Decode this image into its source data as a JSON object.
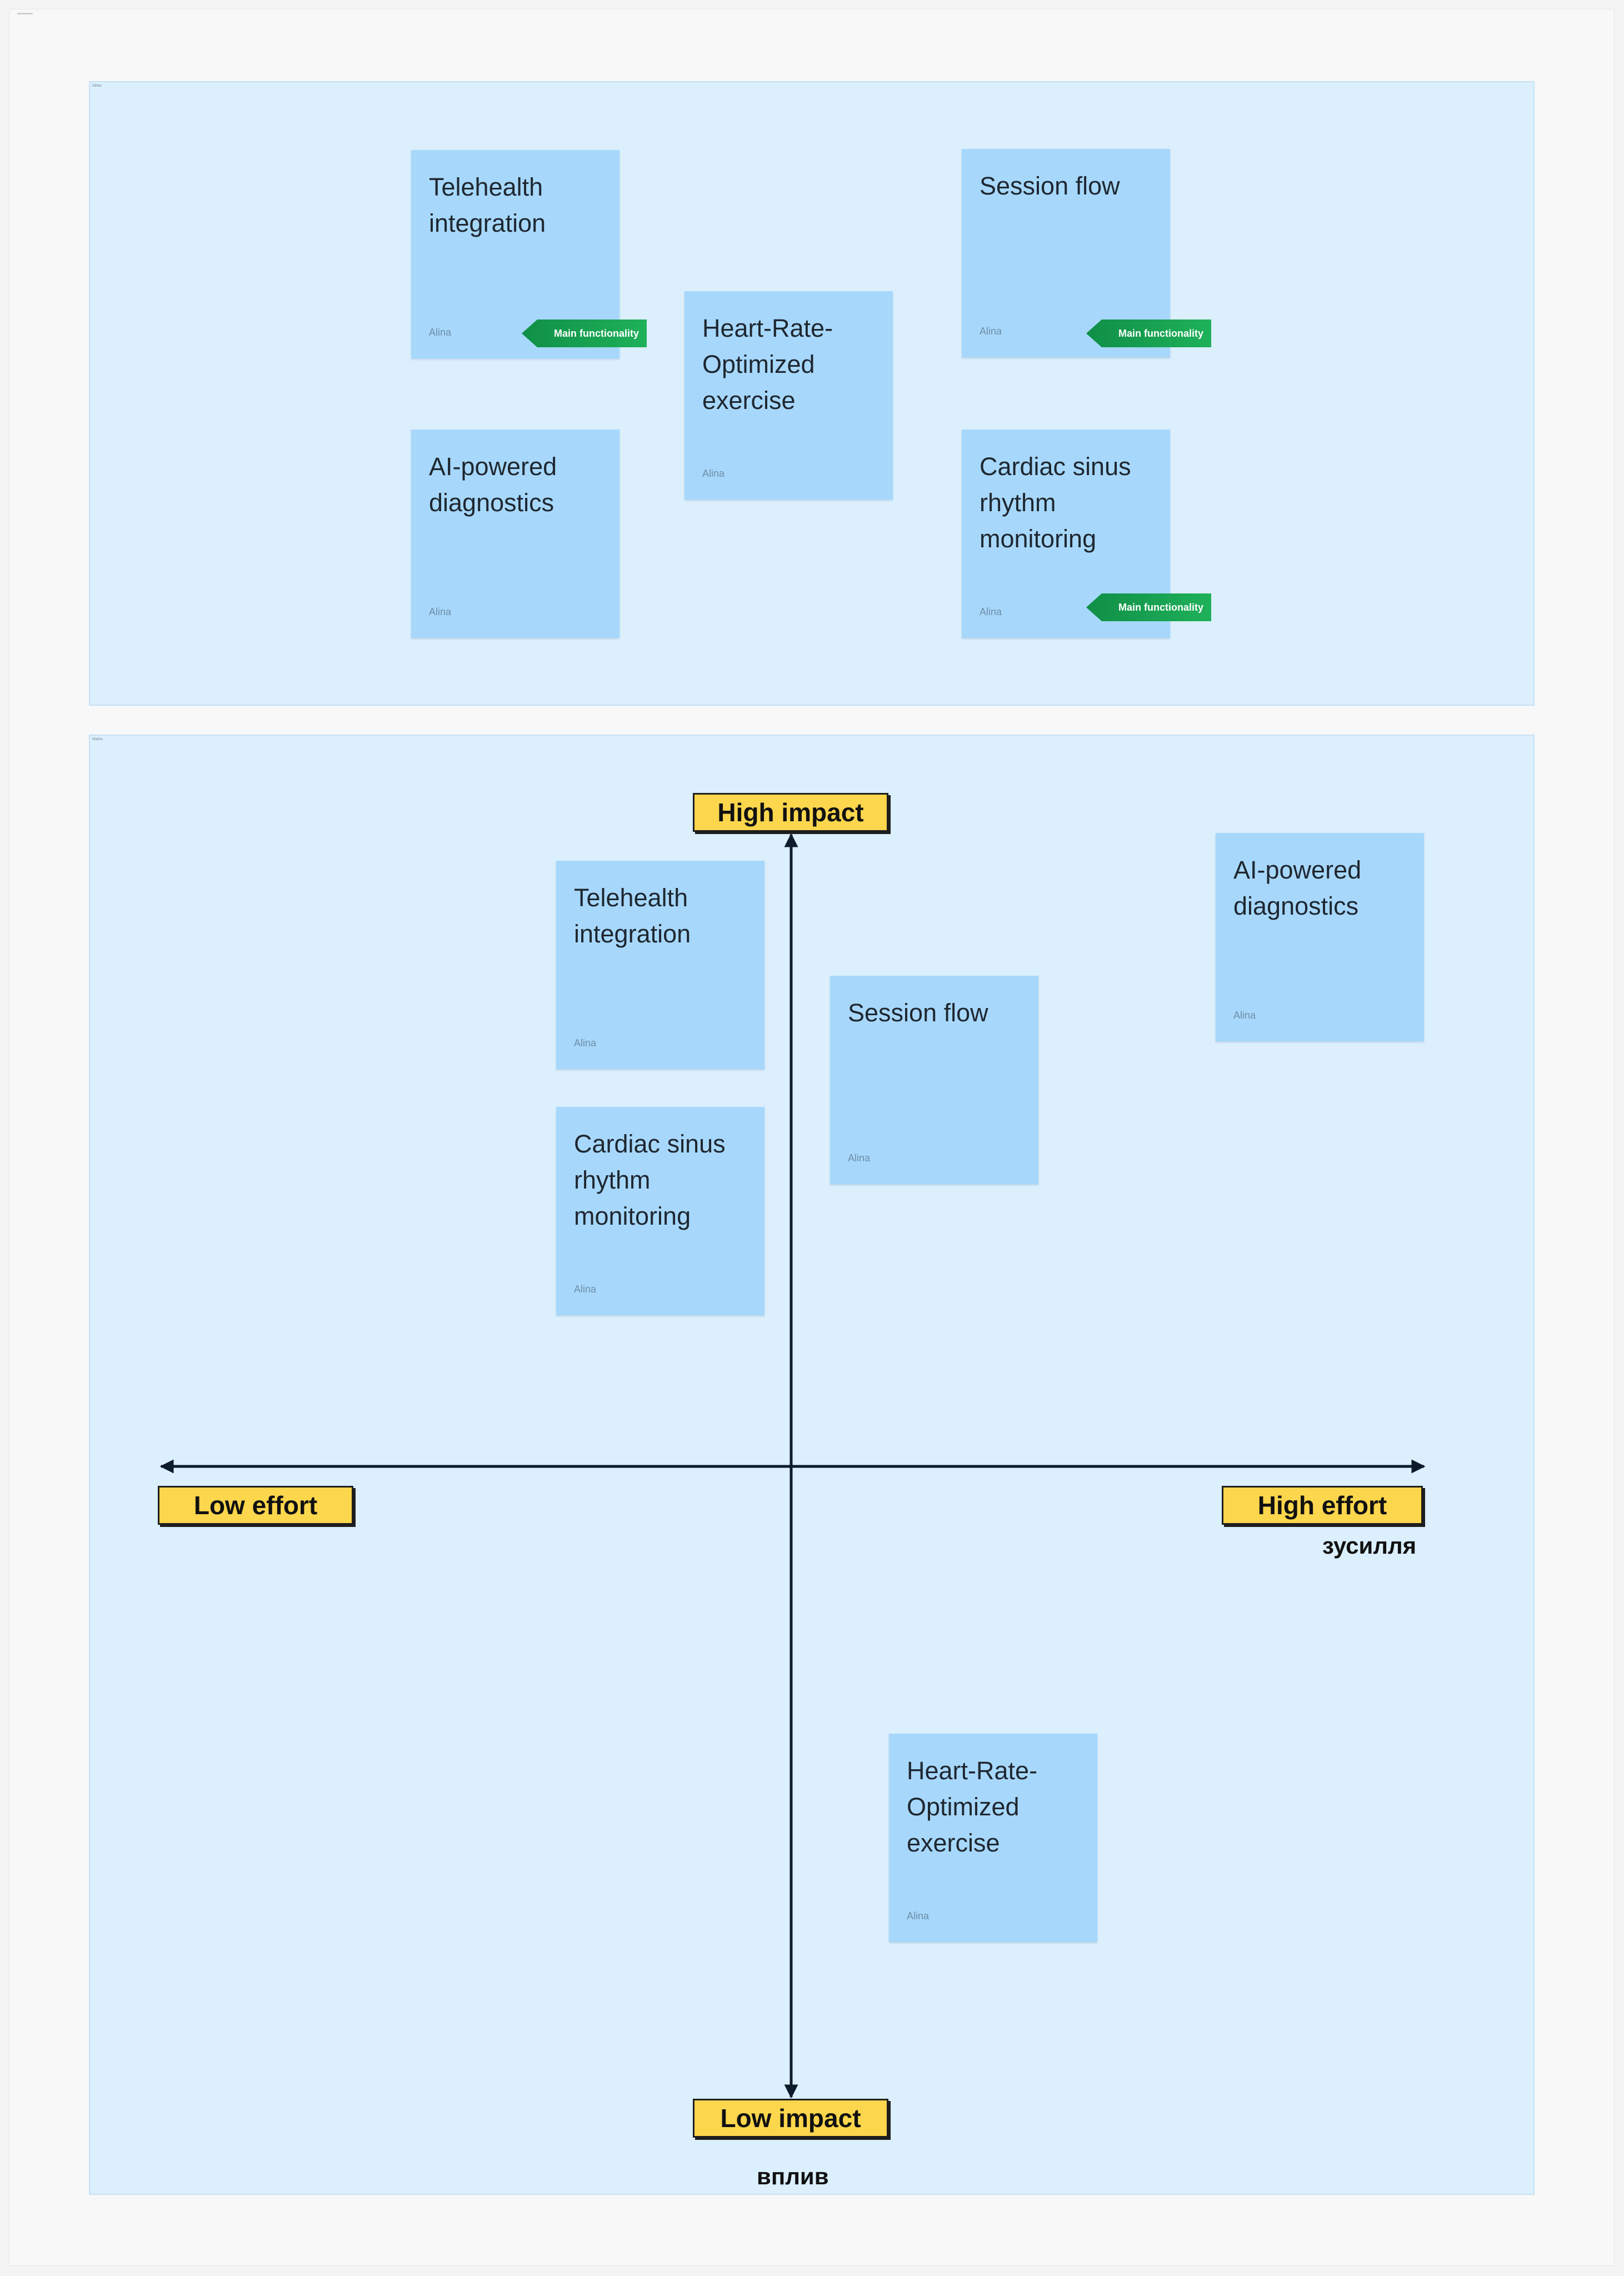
{
  "ideas_frame": {
    "title": "Ideas",
    "stickies": [
      {
        "text": "Telehealth integration",
        "author": "Alina"
      },
      {
        "text": "Session flow",
        "author": "Alina"
      },
      {
        "text": "Heart-Rate-Optimized exercise",
        "author": "Alina"
      },
      {
        "text": "AI-powered diagnostics",
        "author": "Alina"
      },
      {
        "text": "Cardiac sinus rhythm monitoring",
        "author": "Alina"
      }
    ],
    "tags": [
      {
        "label": "Main functionality"
      },
      {
        "label": "Main functionality"
      },
      {
        "label": "Main functionality"
      }
    ]
  },
  "matrix_frame": {
    "title": "Matrix",
    "axis_labels": {
      "high_impact": "High impact",
      "low_impact": "Low impact",
      "low_effort": "Low effort",
      "high_effort": "High effort"
    },
    "captions": {
      "effort": "зусилля",
      "impact": "вплив"
    },
    "stickies": [
      {
        "text": "Telehealth integration",
        "author": "Alina"
      },
      {
        "text": "AI-powered diagnostics",
        "author": "Alina"
      },
      {
        "text": "Session flow",
        "author": "Alina"
      },
      {
        "text": "Cardiac sinus rhythm monitoring",
        "author": "Alina"
      },
      {
        "text": "Heart-Rate-Optimized exercise",
        "author": "Alina"
      }
    ]
  },
  "colors": {
    "frame_bg": "#dbeffd",
    "sticky_bg": "#a7d8fc",
    "tag_green": "#1fb15a",
    "axis_label_bg": "#fcd64c",
    "axis_line": "#0d1b2a"
  }
}
